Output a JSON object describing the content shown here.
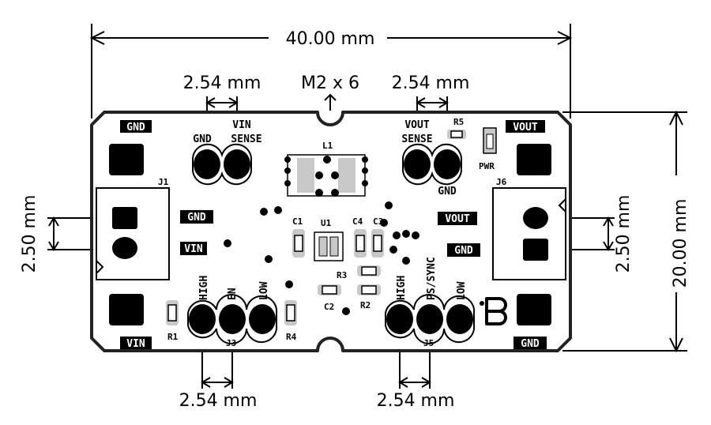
{
  "dimensions": {
    "width_overall": "40.00 mm",
    "height_overall": "20.00 mm",
    "pitch_top_left": "2.54 mm",
    "pitch_top_right": "2.54 mm",
    "pitch_bottom_left": "2.54 mm",
    "pitch_bottom_right": "2.54 mm",
    "pitch_left_connector": "2.50 mm",
    "pitch_right_connector": "2.50 mm",
    "mounting_holes": "M2 x 6"
  },
  "labels": {
    "gnd_top_left": "GND",
    "vout_top_right": "VOUT",
    "vin_bottom_left": "VIN",
    "gnd_bottom_right": "GND",
    "gnd_left_mid": "GND",
    "vin_left_mid": "VIN",
    "vout_right_mid": "VOUT",
    "gnd_right_mid": "GND",
    "gnd_sense": "GND",
    "vin_sense_line1": "VIN",
    "vin_sense_line2": "SENSE",
    "vout_sense_line1": "VOUT",
    "vout_sense_line2": "SENSE",
    "gnd_right_header": "GND",
    "j1": "J1",
    "j6": "J6",
    "j3": "J3",
    "j5": "J5",
    "l1": "L1",
    "u1": "U1",
    "c1": "C1",
    "c2": "C2",
    "c3": "C3",
    "c4": "C4",
    "r1": "R1",
    "r2": "R2",
    "r3": "R3",
    "r4": "R4",
    "r5": "R5",
    "pwr": "PWR",
    "high_left": "HIGH",
    "en": "EN",
    "low_left": "LOW",
    "high_right": "HIGH",
    "ps_sync": "PS/SYNC",
    "low_right": "LOW"
  },
  "colors": {
    "board": "#ffffff",
    "outline": "#222222",
    "silk": "#000000",
    "pad_paste": "#c8c8c8"
  }
}
